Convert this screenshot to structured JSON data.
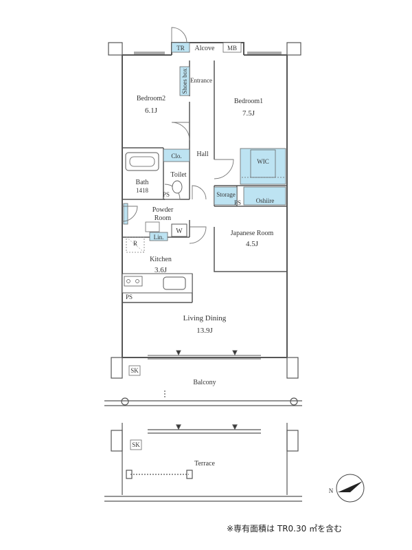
{
  "rooms": {
    "tr": "TR",
    "alcove": "Alcove",
    "mb": "MB",
    "shoes_box": "Shoes box",
    "entrance": "Entrance",
    "bedroom2": {
      "name": "Bedroom2",
      "size": "6.1J"
    },
    "bedroom1": {
      "name": "Bedroom1",
      "size": "7.5J"
    },
    "hall": "Hall",
    "clo": "Clo.",
    "wic": "WIC",
    "toilet": "Toilet",
    "bath": {
      "name": "Bath",
      "size": "1418"
    },
    "storage": "Storage",
    "oshiire": "Oshiire",
    "ps1": "PS",
    "ps2": "PS",
    "ps3": "PS",
    "powder": {
      "line1": "Powder",
      "line2": "Room"
    },
    "lin": "Lin.",
    "w": "W",
    "japanese": {
      "name": "Japanese Room",
      "size": "4.5J"
    },
    "r": "R",
    "kitchen": {
      "name": "Kitchen",
      "size": "3.6J"
    },
    "living": {
      "name": "Living Dining",
      "size": "13.9J"
    },
    "sk1": "SK",
    "balcony": "Balcony",
    "sk2": "SK",
    "terrace": "Terrace"
  },
  "compass": {
    "label": "N"
  },
  "footnote": "※専有面積は TR0.30 ㎡を含む",
  "colors": {
    "wall": "#555555",
    "accent": "#bde3f2",
    "line": "#666666"
  }
}
